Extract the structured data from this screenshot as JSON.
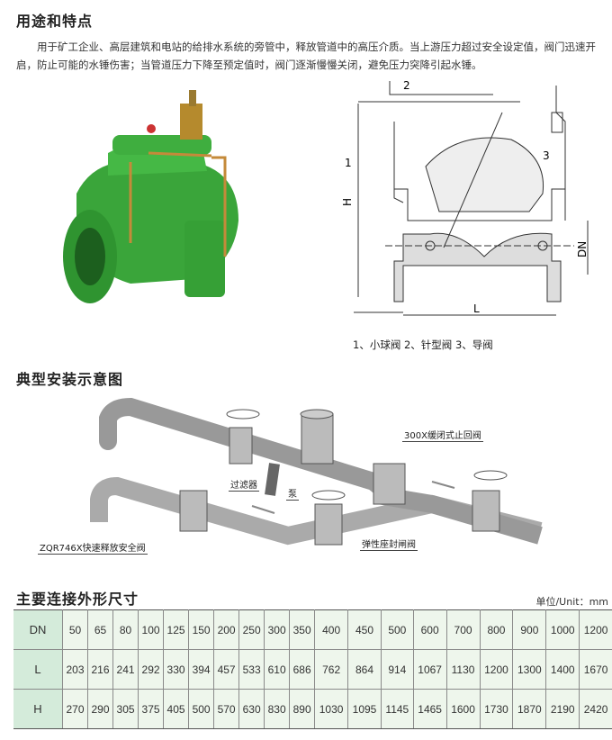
{
  "section1": {
    "title": "用途和特点",
    "paragraph": "用于矿工企业、高层建筑和电站的给排水系统的旁管中，释放管道中的高压介质。当上游压力超过安全设定值，阀门迅速开启，防止可能的水锤伤害；当管道压力下降至预定值时，阀门逐渐慢慢关闭，避免压力突降引起水锤。"
  },
  "drawing": {
    "labels": {
      "one": "1",
      "two": "2",
      "three": "3",
      "h": "H",
      "dn": "DN",
      "l": "L"
    },
    "caption": "1、小球阀  2、针型阀 3、导阀"
  },
  "section2": {
    "title": "典型安装示意图",
    "labels": {
      "check_valve": "300X缓闭式止回阀",
      "filter": "过滤器",
      "pump": "泵",
      "relief_valve": "ZQR746X快速释放安全阀",
      "gate_valve": "弹性座封闸阀"
    }
  },
  "section3": {
    "title": "主要连接外形尺寸",
    "unit": "单位/Unit：mm",
    "rows": [
      {
        "header": "DN",
        "values": [
          "50",
          "65",
          "80",
          "100",
          "125",
          "150",
          "200",
          "250",
          "300",
          "350",
          "400",
          "450",
          "500",
          "600",
          "700",
          "800",
          "900",
          "1000",
          "1200"
        ]
      },
      {
        "header": "L",
        "values": [
          "203",
          "216",
          "241",
          "292",
          "330",
          "394",
          "457",
          "533",
          "610",
          "686",
          "762",
          "864",
          "914",
          "1067",
          "1130",
          "1200",
          "1300",
          "1400",
          "1670"
        ]
      },
      {
        "header": "H",
        "values": [
          "270",
          "290",
          "305",
          "375",
          "405",
          "500",
          "570",
          "630",
          "830",
          "890",
          "1030",
          "1095",
          "1145",
          "1465",
          "1600",
          "1730",
          "1870",
          "2190",
          "2420"
        ]
      }
    ]
  },
  "colors": {
    "valve_green": "#3aa53a",
    "header_cell": "#d4ebda",
    "cell": "#eef6ec"
  }
}
